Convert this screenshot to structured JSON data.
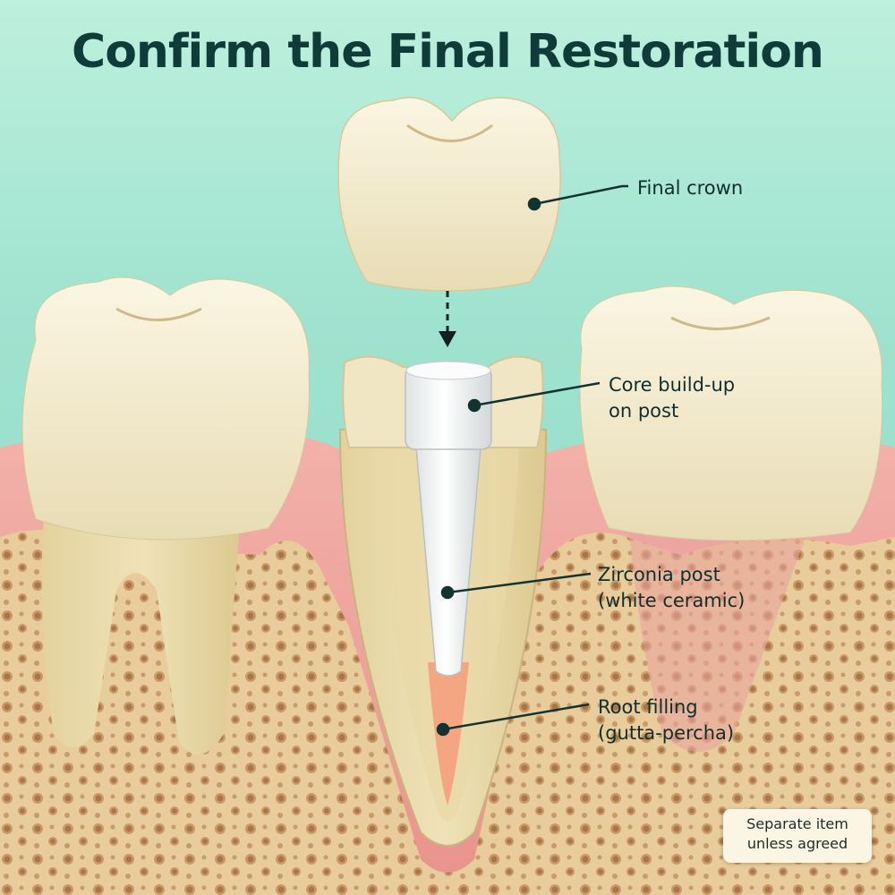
{
  "title": "Confirm the Final Restoration",
  "labels": {
    "final_crown": "Final crown",
    "core_build_up": [
      "Core build-up",
      "on post"
    ],
    "zirconia_post": [
      "Zirconia post",
      "(white ceramic)"
    ],
    "root_filling": [
      "Root filling",
      "(gutta-percha)"
    ]
  },
  "note": [
    "Separate item",
    "unless agreed"
  ],
  "colors": {
    "title": "#0f3b38",
    "leader": "#123332",
    "enamel": "#efe6c6",
    "gum": "#e89a93",
    "bone": "#e6c998",
    "post": "#f7f8f8",
    "gutta_percha": "#f4a582"
  }
}
